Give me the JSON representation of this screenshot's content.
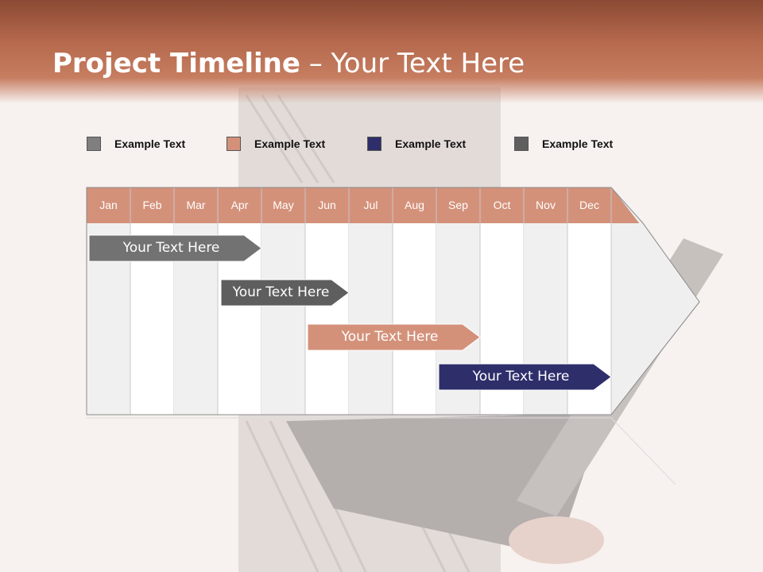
{
  "title": {
    "bold": "Project Timeline",
    "rest": " – Your Text Here"
  },
  "legend": [
    {
      "label": "Example Text",
      "color": "#7f7f7f"
    },
    {
      "label": "Example Text",
      "color": "#d4917a"
    },
    {
      "label": "Example Text",
      "color": "#2e2e6b"
    },
    {
      "label": "Example Text",
      "color": "#5f5f5f"
    }
  ],
  "months": [
    "Jan",
    "Feb",
    "Mar",
    "Apr",
    "May",
    "Jun",
    "Jul",
    "Aug",
    "Sep",
    "Oct",
    "Nov",
    "Dec"
  ],
  "tasks": [
    {
      "label": "Your  Text Here",
      "start_month": "Jan",
      "end_month": "Apr",
      "color": "#727272"
    },
    {
      "label": "Your  Text Here",
      "start_month": "Apr",
      "end_month": "Jun",
      "color": "#5e5e5e"
    },
    {
      "label": "Your  Text Here",
      "start_month": "Jun",
      "end_month": "Sep",
      "color": "#d4917a"
    },
    {
      "label": "Your  Text Here",
      "start_month": "Sep",
      "end_month": "Dec",
      "color": "#2e2e6b"
    }
  ],
  "colors": {
    "header": "#b5694d",
    "month_band": "#d4917a",
    "grid_alt": "#f0f0f0"
  }
}
